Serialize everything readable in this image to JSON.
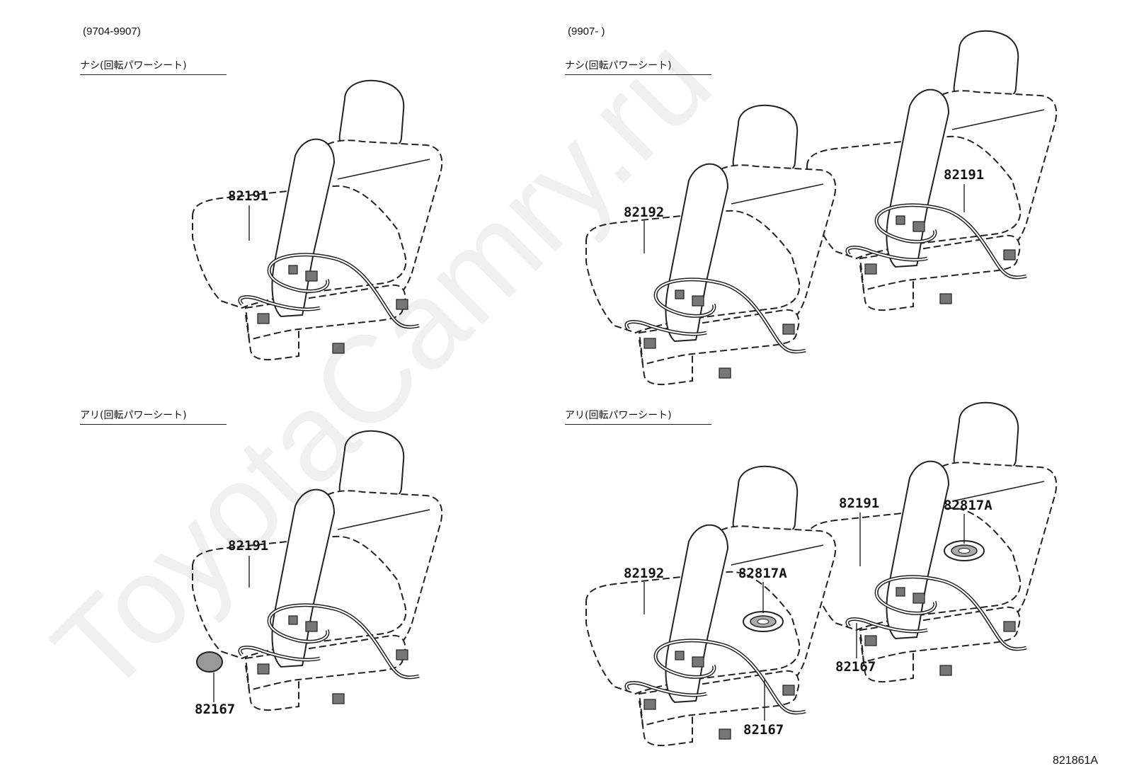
{
  "periods": {
    "left": "(9704-9907)",
    "right": "(9907-        )"
  },
  "sections": {
    "top_left": "ナシ(回転パワーシート)",
    "top_right": "ナシ(回転パワーシート)",
    "bottom_left": "アリ(回転パワーシート)",
    "bottom_right": "アリ(回転パワーシート)"
  },
  "parts": {
    "tl_82191": "82191",
    "tr_82192": "82192",
    "tr_82191": "82191",
    "bl_82191": "82191",
    "bl_82167": "82167",
    "br_82192": "82192",
    "br_82817a_left": "82817A",
    "br_82191": "82191",
    "br_82817a_right": "82817A",
    "br_82167_right": "82167",
    "br_82167_bottom": "82167"
  },
  "illustration_id": "821861A",
  "watermark": "ToyotaCamry.ru"
}
